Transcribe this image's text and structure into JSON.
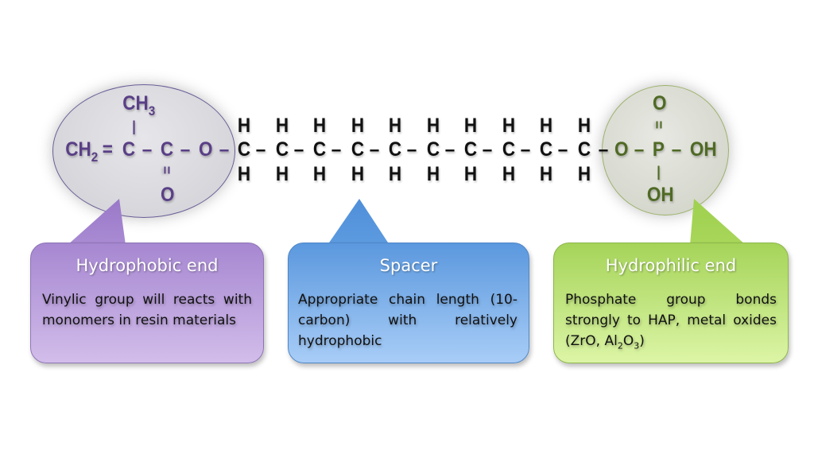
{
  "colors": {
    "hydrophobic": "#a98bd3",
    "spacer": "#6aa3e6",
    "hydrophilic": "#b4dd6b",
    "purple_text": "#5a3f86",
    "green_text": "#4f6a24"
  },
  "molecule": {
    "left_group": {
      "ch3": "CH",
      "ch3_sub": "3",
      "ch2": "CH",
      "ch2_sub": "2",
      "double_bond": "=",
      "c1": "C",
      "bond1": "–",
      "c2": "C",
      "bond2": "–",
      "o": "O",
      "bond3": "–",
      "vert_bond": "|",
      "carbonyl_bond": "=",
      "carbonyl_o": "O"
    },
    "chain": {
      "carbon": "C",
      "hydrogen": "H",
      "bond": "–",
      "count": 10
    },
    "right_group": {
      "bond_in": "–",
      "o": "O",
      "bond1": "–",
      "p": "P",
      "bond2": "–",
      "oh_right": "OH",
      "top_o": "O",
      "top_bond": "=",
      "bottom_bond": "|",
      "oh_bottom": "OH"
    }
  },
  "callouts": [
    {
      "title": "Hydrophobic end",
      "body": "Vinylic group will reacts with monomers in resin materials"
    },
    {
      "title": "Spacer",
      "body": "Appropriate chain length (10-carbon) with relatively hydrophobic"
    },
    {
      "title": "Hydrophilic end",
      "body_pre": "Phosphate group bonds strongly to HAP, metal oxides (ZrO, Al",
      "sub1": "2",
      "mid": "O",
      "sub2": "3",
      "body_post": ")"
    }
  ]
}
